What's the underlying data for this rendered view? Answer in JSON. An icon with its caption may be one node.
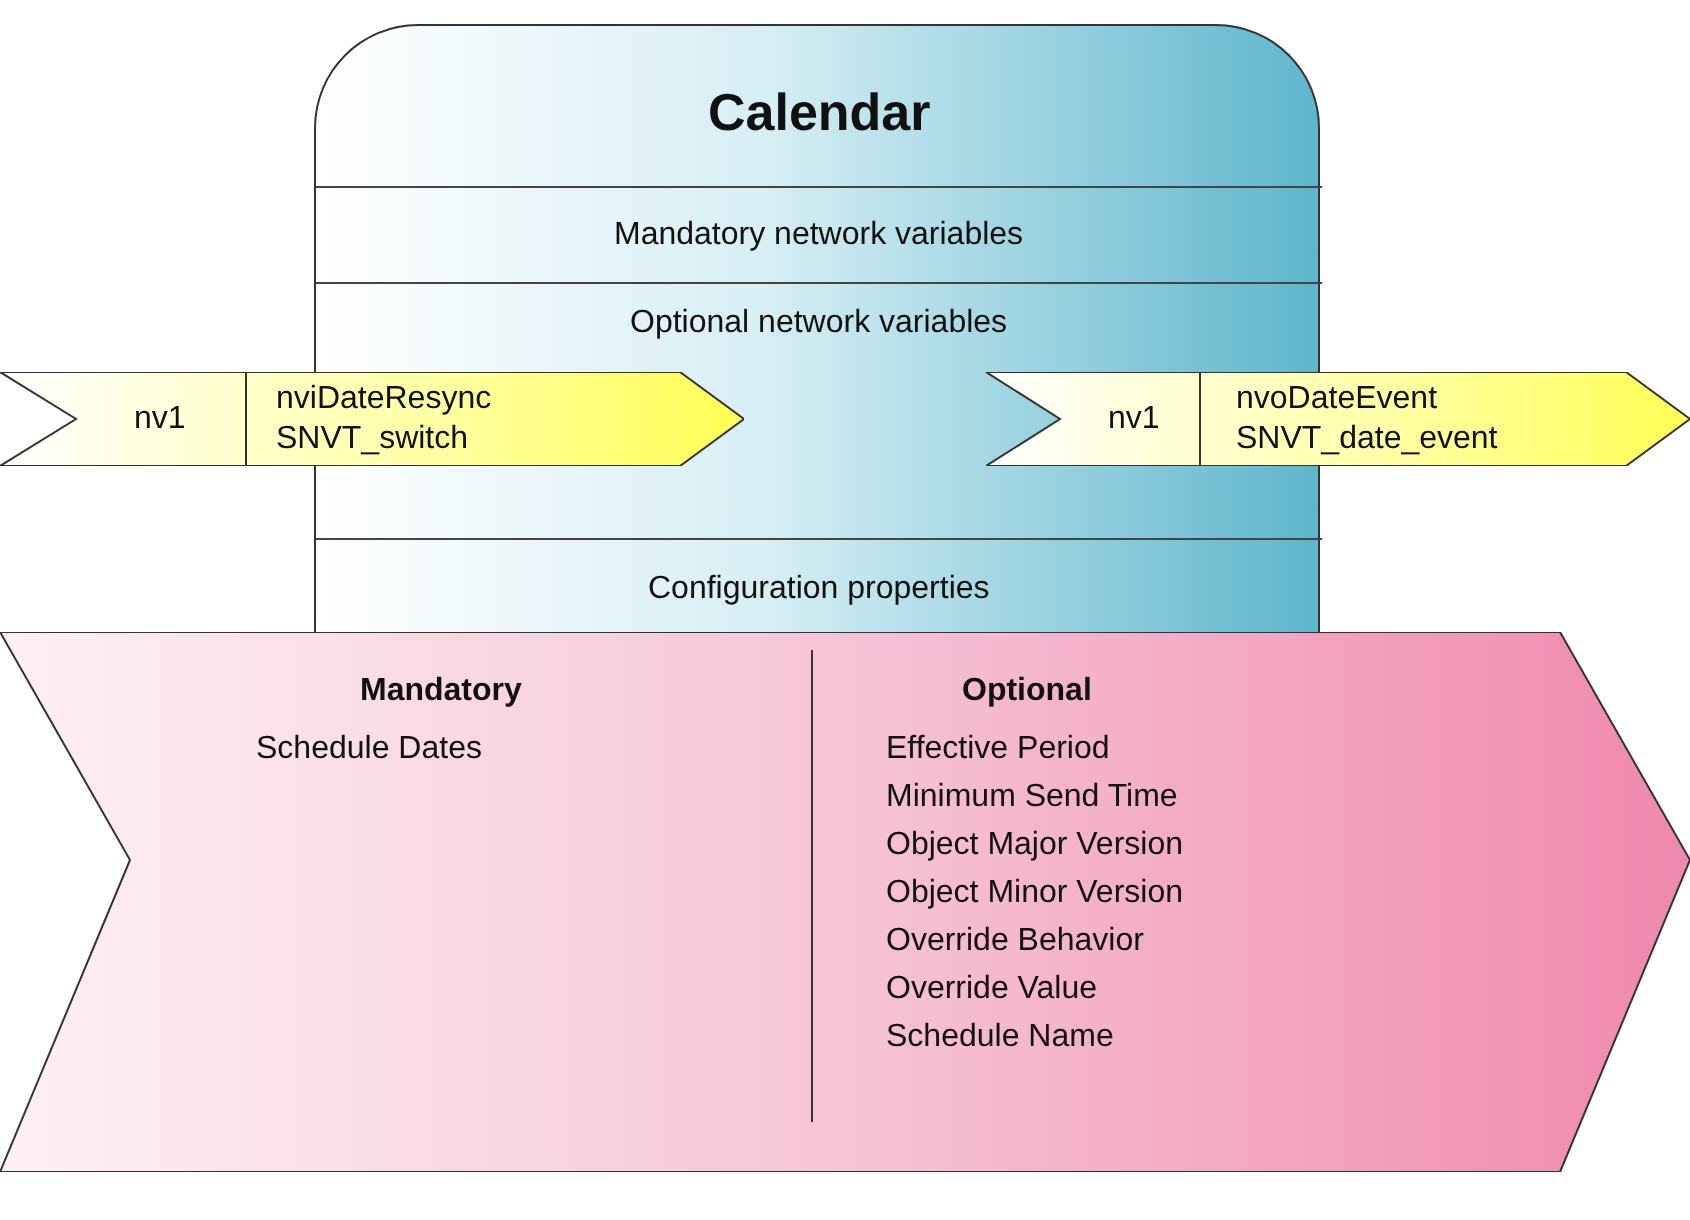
{
  "diagram": {
    "nodes": [
      {
        "text": [
          "Calendar"
        ]
      },
      {
        "text": [
          "Mandatory network variables"
        ],
        "in": 0
      },
      {
        "text": [
          "Optional network variables"
        ],
        "in": 0
      },
      {
        "text": [
          "nv1",
          "nviDateResync",
          "SNVT_switch"
        ]
      },
      {
        "text": [
          "nv1",
          "nvoDateEvent",
          "SNVT_date_event"
        ]
      },
      {
        "text": [
          "Configuration properties"
        ],
        "in": 0
      },
      {
        "text": [
          "Mandatory",
          "Schedule Dates",
          "Optional",
          "Effective Period",
          "Minimum Send Time",
          "Object Major Version",
          "Object Minor Version",
          "Override Behavior",
          "Override Value",
          "Schedule Name"
        ]
      }
    ]
  }
}
